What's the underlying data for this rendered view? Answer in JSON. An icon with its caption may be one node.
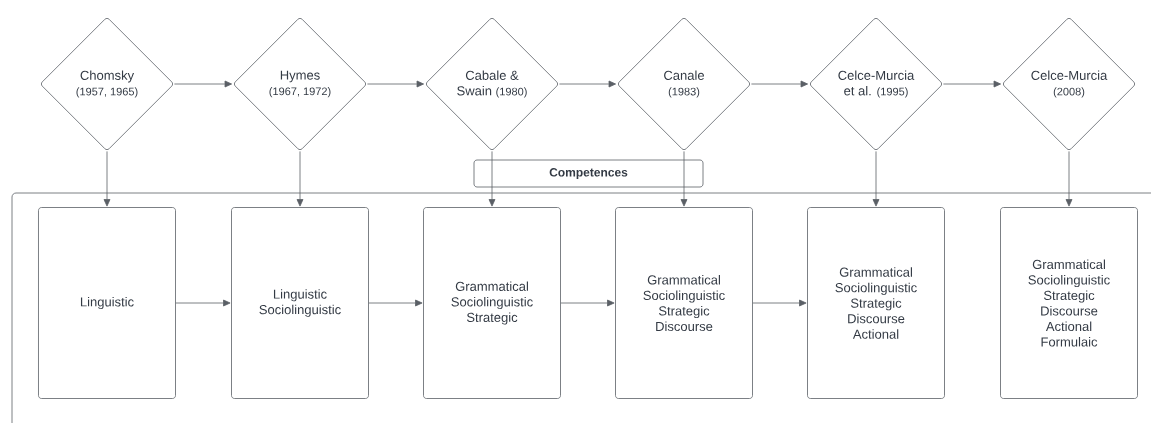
{
  "diagram": {
    "nodes": [
      {
        "text": [
          "Chomsky",
          "(1957, 1965)"
        ]
      },
      {
        "text": [
          "Hymes",
          "(1967, 1972)"
        ]
      },
      {
        "text": [
          "Cabale & Swain",
          "(1980)"
        ]
      },
      {
        "text": [
          "Canale",
          "(1983)"
        ]
      },
      {
        "text": [
          "Celce-Murcia et al.",
          "(1995)"
        ]
      },
      {
        "text": [
          "Celce-Murcia",
          "(2008)"
        ]
      },
      {
        "text": [
          "Competences"
        ]
      },
      {
        "text": [
          "Linguistic"
        ],
        "in": 6
      },
      {
        "text": [
          "Linguistic Sociolinguistic"
        ],
        "in": 6
      },
      {
        "text": [
          "Grammatical Sociolinguistic Strategic"
        ],
        "in": 6
      },
      {
        "text": [
          "Grammatical Sociolinguistic Strategic Discourse"
        ],
        "in": 6
      },
      {
        "text": [
          "Grammatical Sociolinguistic Strategic Discourse Actional"
        ],
        "in": 6
      },
      {
        "text": [
          "Grammatical Sociolinguistic Strategic Discourse Actional Formulaic"
        ],
        "in": 6
      }
    ],
    "edges": [
      {
        "from": 0,
        "to": 1,
        "arrow": "to"
      },
      {
        "from": 1,
        "to": 2,
        "arrow": "to"
      },
      {
        "from": 2,
        "to": 3,
        "arrow": "to"
      },
      {
        "from": 3,
        "to": 4,
        "arrow": "to"
      },
      {
        "from": 4,
        "to": 5,
        "arrow": "to"
      },
      {
        "from": 0,
        "to": 7,
        "arrow": "to"
      },
      {
        "from": 1,
        "to": 8,
        "arrow": "to"
      },
      {
        "from": 2,
        "to": 9,
        "arrow": "to"
      },
      {
        "from": 3,
        "to": 10,
        "arrow": "to"
      },
      {
        "from": 4,
        "to": 11,
        "arrow": "to"
      },
      {
        "from": 5,
        "to": 12,
        "arrow": "to"
      },
      {
        "from": 7,
        "to": 8,
        "arrow": "to"
      },
      {
        "from": 8,
        "to": 9,
        "arrow": "to"
      },
      {
        "from": 9,
        "to": 10,
        "arrow": "to"
      },
      {
        "from": 10,
        "to": 11,
        "arrow": "to"
      }
    ]
  }
}
